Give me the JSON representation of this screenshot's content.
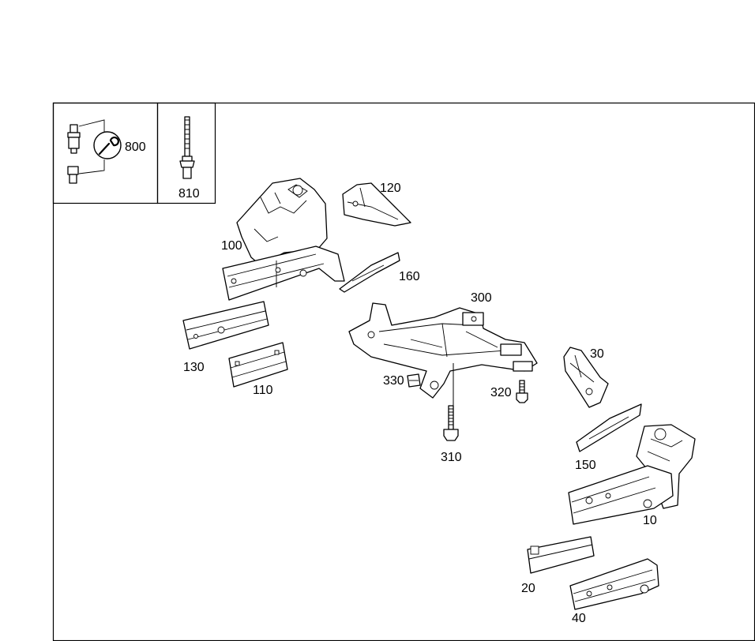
{
  "diagram": {
    "parts": [
      {
        "id": "p800",
        "label": "800",
        "icon": "wrench-icon"
      },
      {
        "id": "p810",
        "label": "810",
        "icon": "bolt-icon"
      },
      {
        "id": "p100",
        "label": "100"
      },
      {
        "id": "p120",
        "label": "120"
      },
      {
        "id": "p160",
        "label": "160"
      },
      {
        "id": "p130",
        "label": "130"
      },
      {
        "id": "p110",
        "label": "110"
      },
      {
        "id": "p300",
        "label": "300"
      },
      {
        "id": "p330",
        "label": "330"
      },
      {
        "id": "p320",
        "label": "320"
      },
      {
        "id": "p310",
        "label": "310"
      },
      {
        "id": "p30",
        "label": "30"
      },
      {
        "id": "p150",
        "label": "150"
      },
      {
        "id": "p10",
        "label": "10"
      },
      {
        "id": "p20",
        "label": "20"
      },
      {
        "id": "p40",
        "label": "40"
      }
    ]
  }
}
